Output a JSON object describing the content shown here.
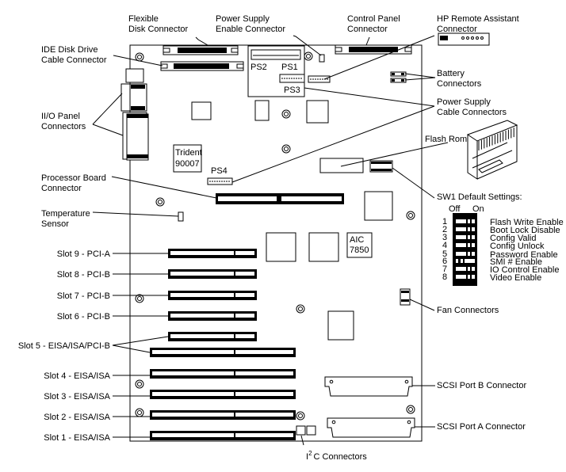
{
  "labels": {
    "flexible_disk": [
      "Flexible",
      "Disk Connector"
    ],
    "ps_enable": [
      "Power Supply",
      "Enable Connector"
    ],
    "control_panel": [
      "Control Panel",
      "Connector"
    ],
    "hp_remote": [
      "HP Remote Assistant",
      "Connector"
    ],
    "ide_disk": [
      "IDE Disk Drive",
      "Cable Connector"
    ],
    "battery": [
      "Battery",
      "Connectors"
    ],
    "io_panel": [
      "II/O Panel",
      "Connectors"
    ],
    "ps_cable": [
      "Power Supply",
      "Cable Connectors"
    ],
    "flash_rom": "Flash Rom",
    "processor_board": [
      "Processor Board",
      "Connector"
    ],
    "sw1": "SW1 Default Settings:",
    "temperature": [
      "Temperature",
      "Sensor"
    ],
    "fan": "Fan Connectors",
    "scsi_b": "SCSI Port B Connector",
    "scsi_a": "SCSI Port A Connector",
    "i2c": {
      "base": "I",
      "sup": "2",
      "rest": "C  Connectors"
    }
  },
  "board_marks": {
    "ps1": "PS1",
    "ps2": "PS2",
    "ps3": "PS3",
    "ps4": "PS4",
    "trident": [
      "Trident",
      "90007"
    ],
    "aic": [
      "AIC",
      "7850"
    ]
  },
  "slots": [
    {
      "label": "Slot 9 - PCI-A",
      "type": "PCI"
    },
    {
      "label": "Slot 8 - PCI-B",
      "type": "PCI"
    },
    {
      "label": "Slot 7 - PCI-B",
      "type": "PCI"
    },
    {
      "label": "Slot 6 - PCI-B",
      "type": "PCI"
    },
    {
      "label": "Slot 5 - EISA/ISA/PCI-B",
      "type": "PCI+EISA"
    },
    {
      "label": "Slot 4 - EISA/ISA",
      "type": "EISA"
    },
    {
      "label": "Slot 3 - EISA/ISA",
      "type": "EISA"
    },
    {
      "label": "Slot 2 - EISA/ISA",
      "type": "EISA"
    },
    {
      "label": "Slot 1 - EISA/ISA",
      "type": "EISA"
    }
  ],
  "sw1": {
    "header_off": "Off",
    "header_on": "On",
    "switches": [
      {
        "num": "1",
        "label": "Flash Write Enable",
        "state": "off"
      },
      {
        "num": "2",
        "label": "Boot Lock Disable",
        "state": "off"
      },
      {
        "num": "3",
        "label": "Config Valid",
        "state": "off"
      },
      {
        "num": "4",
        "label": "Config Unlock",
        "state": "off"
      },
      {
        "num": "5",
        "label": "Password Enable",
        "state": "off"
      },
      {
        "num": "6",
        "label": "SMI # Enable",
        "state": "on"
      },
      {
        "num": "7",
        "label": "IO Control Enable",
        "state": "off"
      },
      {
        "num": "8",
        "label": "Video Enable",
        "state": "off"
      }
    ]
  }
}
